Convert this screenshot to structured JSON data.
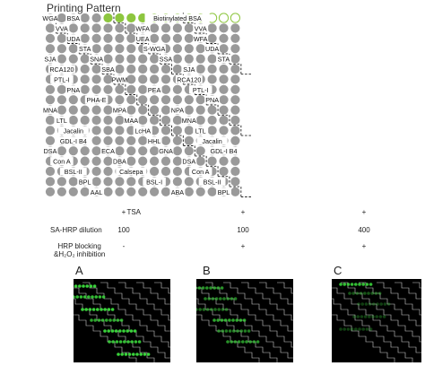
{
  "figure": {
    "title": "Printing Pattern",
    "lectin_labels": [
      {
        "text": "WGA",
        "row": 0,
        "col": 0
      },
      {
        "text": "BSA",
        "row": 0,
        "col": 2
      },
      {
        "text": "Biotinylated BSA",
        "row": 0,
        "col": 11
      },
      {
        "text": "VVA",
        "row": 1,
        "col": 1
      },
      {
        "text": "WFA",
        "row": 1,
        "col": 8
      },
      {
        "text": "VVA",
        "row": 1,
        "col": 13
      },
      {
        "text": "UDA",
        "row": 2,
        "col": 2
      },
      {
        "text": "UEA",
        "row": 2,
        "col": 8
      },
      {
        "text": "WFA",
        "row": 2,
        "col": 13
      },
      {
        "text": "STA",
        "row": 3,
        "col": 3
      },
      {
        "text": "S-WGA",
        "row": 3,
        "col": 9
      },
      {
        "text": "UDA",
        "row": 3,
        "col": 14
      },
      {
        "text": "SJA",
        "row": 4,
        "col": 0
      },
      {
        "text": "SNA",
        "row": 4,
        "col": 4
      },
      {
        "text": "SSA",
        "row": 4,
        "col": 10
      },
      {
        "text": "STA",
        "row": 4,
        "col": 15
      },
      {
        "text": "RCA120",
        "row": 5,
        "col": 1
      },
      {
        "text": "SBA",
        "row": 5,
        "col": 5
      },
      {
        "text": "SJA",
        "row": 5,
        "col": 12
      },
      {
        "text": "PTL-I",
        "row": 6,
        "col": 1
      },
      {
        "text": "PWM",
        "row": 6,
        "col": 6
      },
      {
        "text": "RCA120",
        "row": 6,
        "col": 12
      },
      {
        "text": "PNA",
        "row": 7,
        "col": 2
      },
      {
        "text": "PEA",
        "row": 7,
        "col": 9
      },
      {
        "text": "PTL-I",
        "row": 7,
        "col": 13
      },
      {
        "text": "PHA-E",
        "row": 8,
        "col": 4
      },
      {
        "text": "PNA",
        "row": 8,
        "col": 14
      },
      {
        "text": "MNA",
        "row": 9,
        "col": 0
      },
      {
        "text": "MPA",
        "row": 9,
        "col": 6
      },
      {
        "text": "NPA",
        "row": 9,
        "col": 11
      },
      {
        "text": "LTL",
        "row": 10,
        "col": 1
      },
      {
        "text": "MAA",
        "row": 10,
        "col": 7
      },
      {
        "text": "MNA",
        "row": 10,
        "col": 12
      },
      {
        "text": "Jacalin",
        "row": 11,
        "col": 2
      },
      {
        "text": "LcHA",
        "row": 11,
        "col": 8
      },
      {
        "text": "LTL",
        "row": 11,
        "col": 13
      },
      {
        "text": "GDL-I B4",
        "row": 12,
        "col": 2
      },
      {
        "text": "HHL",
        "row": 12,
        "col": 9
      },
      {
        "text": "Jacalin",
        "row": 12,
        "col": 14
      },
      {
        "text": "DSA",
        "row": 13,
        "col": 0
      },
      {
        "text": "ECA",
        "row": 13,
        "col": 5
      },
      {
        "text": "GNA",
        "row": 13,
        "col": 10
      },
      {
        "text": "GDL-I B4",
        "row": 13,
        "col": 15
      },
      {
        "text": "Con A",
        "row": 14,
        "col": 1
      },
      {
        "text": "DBA",
        "row": 14,
        "col": 6
      },
      {
        "text": "DSA",
        "row": 14,
        "col": 12
      },
      {
        "text": "BSL-II",
        "row": 15,
        "col": 2
      },
      {
        "text": "Calsepa",
        "row": 15,
        "col": 7
      },
      {
        "text": "Con A",
        "row": 15,
        "col": 13
      },
      {
        "text": "BPL",
        "row": 16,
        "col": 3
      },
      {
        "text": "BSL-I",
        "row": 16,
        "col": 9
      },
      {
        "text": "BSL-II",
        "row": 16,
        "col": 14
      },
      {
        "text": "AAL",
        "row": 17,
        "col": 4
      },
      {
        "text": "ABA",
        "row": 17,
        "col": 11
      },
      {
        "text": "BPL",
        "row": 17,
        "col": 15
      }
    ],
    "grid": {
      "rows": 18,
      "cols": 17,
      "dot_color": "#9a9a9a",
      "biotin_color": "#8dc63f"
    },
    "conditions": {
      "rows": [
        {
          "label": "TSA",
          "values": [
            "+",
            "+",
            "+"
          ]
        },
        {
          "label": "SA-HRP dilution",
          "values": [
            "100",
            "100",
            "400"
          ]
        },
        {
          "label": "HRP blocking\n&H₂O₂ inhibition",
          "values": [
            "-",
            "+",
            "+"
          ]
        }
      ]
    },
    "panels": [
      {
        "label": "A"
      },
      {
        "label": "B"
      },
      {
        "label": "C"
      }
    ],
    "colors": {
      "panel_bg": "#000000",
      "spot": "#39d13a",
      "line": "#cfcfcf"
    }
  }
}
